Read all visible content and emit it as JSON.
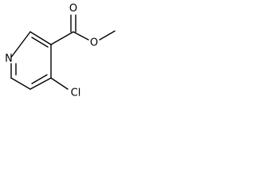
{
  "structure": {
    "atoms": {
      "nitrogen": "N",
      "chlorine": "Cl",
      "carbonyl_oxygen": "O",
      "ester_oxygen": "O"
    },
    "colors": {
      "bonds": "#000000",
      "labels": "#000000",
      "background": "#ffffff"
    }
  }
}
